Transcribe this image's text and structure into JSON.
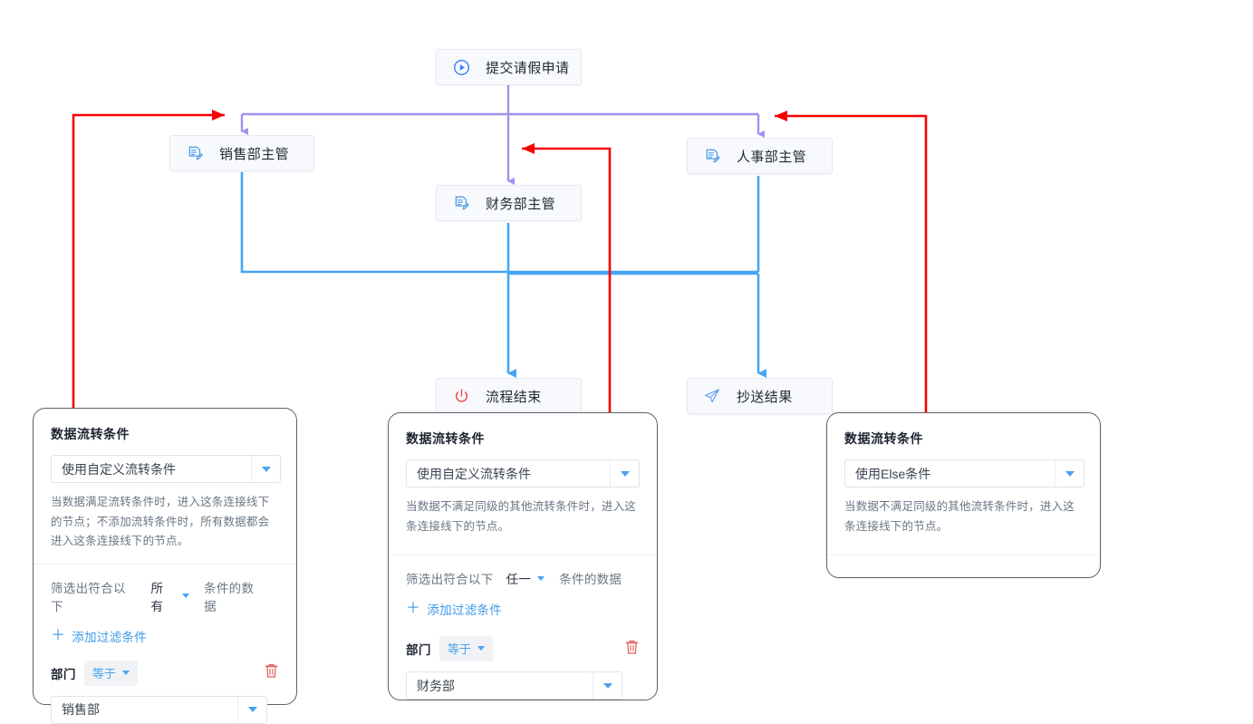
{
  "diagram": {
    "type": "workflow-approval-flow",
    "colors": {
      "purple_wire": "#a490ee",
      "blue_wire": "#45a6f5",
      "red_wire": "#f70000",
      "node_bg": "#f7f9fc",
      "node_border": "#e4e9f2",
      "accent_blue": "#4aa3f0",
      "trash_red": "#e05c5c",
      "end_icon_red": "#ef4b4b"
    },
    "nodes": [
      {
        "id": "start",
        "label": "提交请假申请",
        "icon": "play-circle-icon"
      },
      {
        "id": "sales",
        "label": "销售部主管",
        "icon": "approval-doc-icon"
      },
      {
        "id": "hr",
        "label": "人事部主管",
        "icon": "approval-doc-icon"
      },
      {
        "id": "finance",
        "label": "财务部主管",
        "icon": "approval-doc-icon"
      },
      {
        "id": "end",
        "label": "流程结束",
        "icon": "power-off-icon"
      },
      {
        "id": "cc",
        "label": "抄送结果",
        "icon": "paper-plane-icon"
      }
    ]
  },
  "conditions": [
    {
      "id": "cond-sales",
      "title": "数据流转条件",
      "mode_value": "使用自定义流转条件",
      "description": "当数据满足流转条件时，进入这条连接线下的节点；不添加流转条件时，所有数据都会进入这条连接线下的节点。",
      "filter_prefix": "筛选出符合以下",
      "filter_match": "所有",
      "filter_suffix": "条件的数据",
      "add_filter_label": "添加过滤条件",
      "has_criteria": true,
      "criteria": {
        "field": "部门",
        "operator": "等于",
        "value": "销售部"
      }
    },
    {
      "id": "cond-finance",
      "title": "数据流转条件",
      "mode_value": "使用自定义流转条件",
      "description": "当数据不满足同级的其他流转条件时，进入这条连接线下的节点。",
      "filter_prefix": "筛选出符合以下",
      "filter_match": "任一",
      "filter_suffix": "条件的数据",
      "add_filter_label": "添加过滤条件",
      "has_criteria": true,
      "criteria": {
        "field": "部门",
        "operator": "等于",
        "value": "财务部"
      }
    },
    {
      "id": "cond-hr",
      "title": "数据流转条件",
      "mode_value": "使用Else条件",
      "description": "当数据不满足同级的其他流转条件时，进入这条连接线下的节点。",
      "has_criteria": false
    }
  ]
}
